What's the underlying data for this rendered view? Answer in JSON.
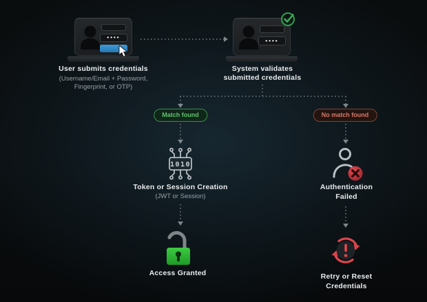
{
  "colors": {
    "accent_green": "#3fae57",
    "accent_green_text": "#63c26f",
    "accent_red": "#cc3b41",
    "accent_red_text": "#d4796a",
    "button_blue": "#2f8fd0",
    "lock_green": "#2eb832",
    "connector_gray": "#5e686d"
  },
  "icons": [
    "laptop-icon",
    "user-avatar-icon",
    "username-field",
    "password-field",
    "cursor-icon",
    "checkmark-icon",
    "chip-token-icon",
    "user-x-icon",
    "open-padlock-icon",
    "retry-icon",
    "arrow-right-icon",
    "arrow-down-icon"
  ],
  "flow": {
    "submit": {
      "title": "User submits credentials",
      "sub1": "(Username/Email + Password,",
      "sub2": "Fingerprint, or OTP)",
      "password_dots": "••••"
    },
    "validate": {
      "title1": "System validates",
      "title2": "submitted credentials",
      "password_dots": "••••"
    },
    "branches": {
      "match_label": "Match found",
      "no_match_label": "No match found"
    },
    "token": {
      "title": "Token or Session Creation",
      "sub": "(JWT or Session)",
      "chip_text": "1010"
    },
    "failed": {
      "title1": "Authentication",
      "title2": "Failed"
    },
    "granted": {
      "title": "Access Granted"
    },
    "retry": {
      "title1": "Retry or Reset",
      "title2": "Credentials"
    }
  }
}
